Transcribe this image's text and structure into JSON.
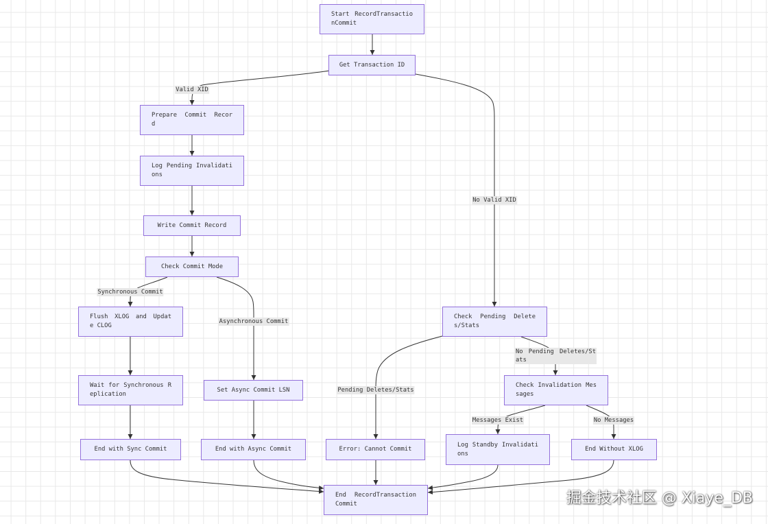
{
  "diagram": {
    "nodes": {
      "start": {
        "lines": [
          "Start RecordTransactio",
          "nCommit"
        ]
      },
      "get_xid": {
        "lines": [
          "Get Transaction ID"
        ]
      },
      "prepare": {
        "lines": [
          "Prepare Commit Recor",
          "d"
        ]
      },
      "log_pending": {
        "lines": [
          "Log Pending Invalidati",
          "ons"
        ]
      },
      "write_commit": {
        "lines": [
          "Write Commit Record"
        ]
      },
      "check_mode": {
        "lines": [
          "Check Commit Mode"
        ]
      },
      "flush": {
        "lines": [
          "Flush XLOG and Updat",
          "e CLOG"
        ]
      },
      "wait_sync": {
        "lines": [
          "Wait for Synchronous R",
          "eplication"
        ]
      },
      "set_async": {
        "lines": [
          "Set Async Commit LSN"
        ]
      },
      "end_sync": {
        "lines": [
          "End with Sync Commit"
        ]
      },
      "end_async": {
        "lines": [
          "End with Async Commit"
        ]
      },
      "check_pending": {
        "lines": [
          "Check Pending Delete",
          "s/Stats"
        ]
      },
      "error": {
        "lines": [
          "Error: Cannot Commit"
        ]
      },
      "check_inval": {
        "lines": [
          "Check Invalidation Mes",
          "sages"
        ]
      },
      "log_standby": {
        "lines": [
          "Log Standby Invalidati",
          "ons"
        ]
      },
      "end_no_xlog": {
        "lines": [
          "End Without XLOG"
        ]
      },
      "end": {
        "lines": [
          "End RecordTransaction",
          "Commit"
        ]
      }
    },
    "edge_labels": {
      "valid_xid": [
        "Valid XID"
      ],
      "no_valid_xid": [
        "No Valid XID"
      ],
      "sync_commit": [
        "Synchronous Commit"
      ],
      "async_commit": [
        "Asynchronous Commit"
      ],
      "no_pending": [
        "No Pending Deletes/St",
        "ats"
      ],
      "pending": [
        "Pending Deletes/Stats"
      ],
      "messages_exist": [
        "Messages Exist"
      ],
      "no_messages": [
        "No Messages"
      ]
    },
    "colors": {
      "node_fill": "#ECECFF",
      "node_stroke": "#9370DB",
      "edge": "#333333",
      "label_bg": "#E8E8E8",
      "text": "#333333"
    }
  },
  "watermark": {
    "text": "掘金技术社区 @ Xiaye_DB"
  }
}
